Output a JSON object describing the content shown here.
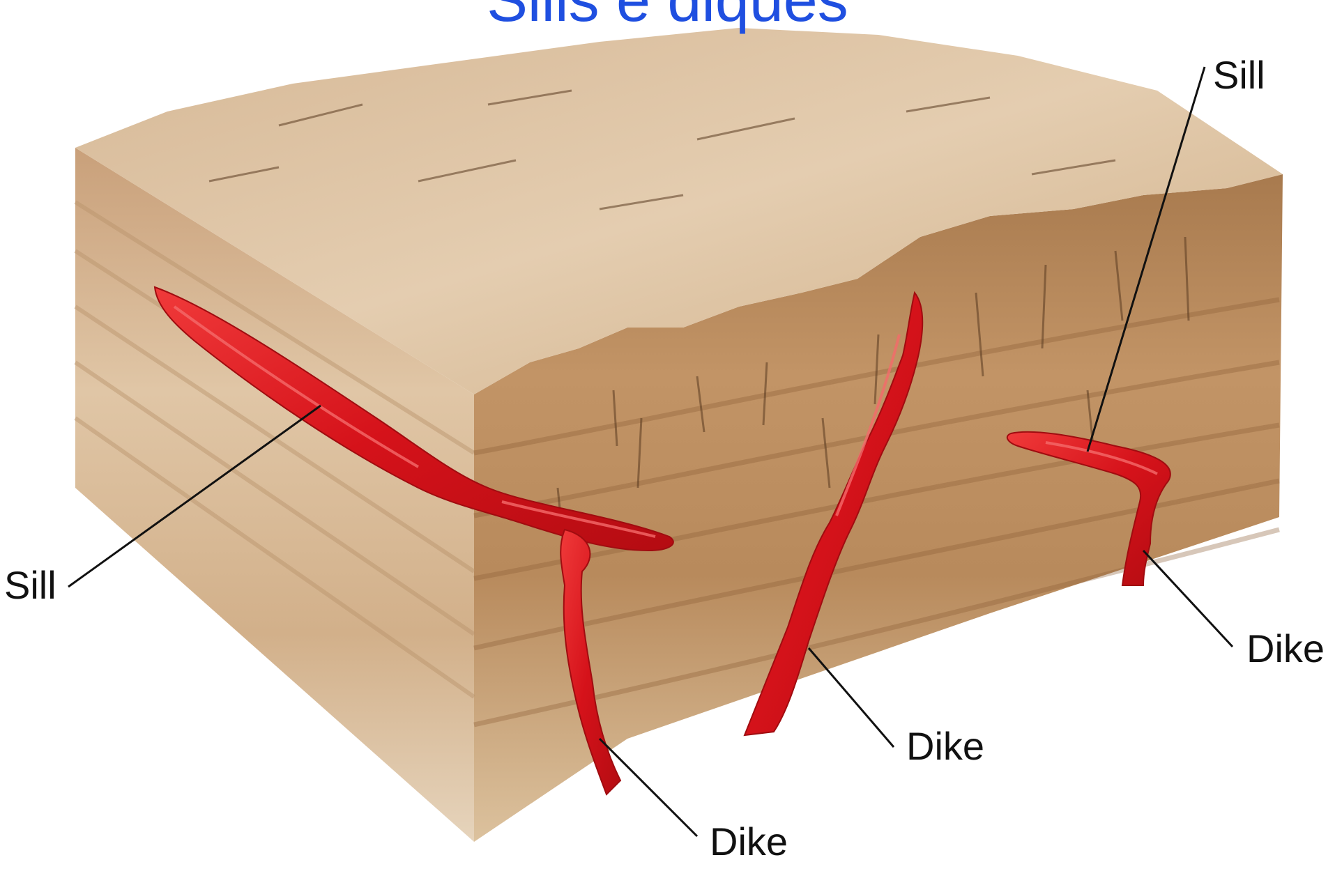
{
  "title": "Sills e diques",
  "labels": {
    "sill_left": "Sill",
    "sill_right": "Sill",
    "dike_right": "Dike",
    "dike_middle": "Dike",
    "dike_bottom": "Dike"
  },
  "colors": {
    "title": "#1f4fe0",
    "intrusion": "#d8141a",
    "intrusion_highlight": "#f25050",
    "rock_top": "#dcc09c",
    "rock_front": "#c89a6a",
    "rock_left": "#d7b690",
    "leader_line": "#111111"
  }
}
